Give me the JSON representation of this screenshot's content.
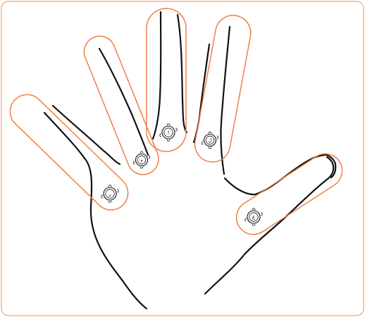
{
  "diagram": {
    "fingers": [
      {
        "id": "pinky",
        "marker_label": "ر",
        "marker_icon": "ornate-circle-marker-icon"
      },
      {
        "id": "ring",
        "marker_label": "ه",
        "marker_icon": "ornate-circle-marker-icon"
      },
      {
        "id": "middle",
        "marker_label": "ا",
        "marker_icon": "ornate-circle-marker-icon"
      },
      {
        "id": "index",
        "marker_label": "ل",
        "marker_icon": "ornate-circle-marker-icon"
      },
      {
        "id": "thumb",
        "marker_label": "ع",
        "marker_icon": "ornate-circle-marker-icon"
      }
    ]
  },
  "colors": {
    "finger_outline": "#ee7f45",
    "frame_outline": "#f3a46f",
    "hand_outline": "#111111",
    "background": "#ffffff"
  }
}
